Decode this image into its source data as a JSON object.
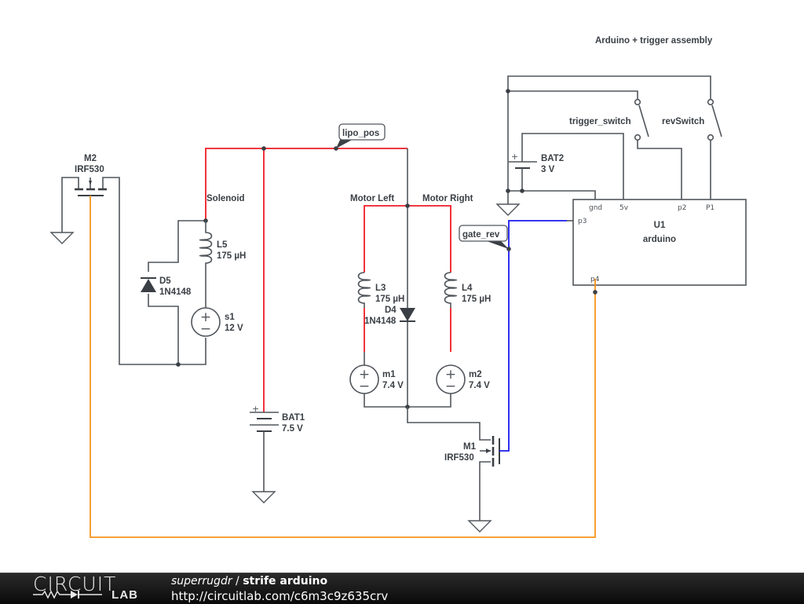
{
  "title": "Arduino + trigger assembly",
  "net_labels": {
    "lipo_pos": "lipo_pos",
    "gate_rev": "gate_rev",
    "solenoid": "Solenoid",
    "motor_left": "Motor Left",
    "motor_right": "Motor Right"
  },
  "components": {
    "m2": {
      "ref": "M2",
      "value": "IRF530"
    },
    "m1": {
      "ref": "M1",
      "value": "IRF530"
    },
    "l5": {
      "ref": "L5",
      "value": "175 µH"
    },
    "l3": {
      "ref": "L3",
      "value": "175 µH"
    },
    "l4": {
      "ref": "L4",
      "value": "175 µH"
    },
    "d5": {
      "ref": "D5",
      "value": "1N4148"
    },
    "d4": {
      "ref": "D4",
      "value": "1N4148"
    },
    "s1": {
      "ref": "s1",
      "value": "12 V"
    },
    "m1_src": {
      "ref": "m1",
      "value": "7.4 V"
    },
    "m2_src": {
      "ref": "m2",
      "value": "7.4 V"
    },
    "bat1": {
      "ref": "BAT1",
      "value": "7.5 V"
    },
    "bat2": {
      "ref": "BAT2",
      "value": "3 V"
    },
    "trigger_switch": {
      "ref": "trigger_switch"
    },
    "rev_switch": {
      "ref": "revSwitch"
    },
    "u1": {
      "ref": "U1",
      "value": "arduino",
      "pins": {
        "gnd": "gnd",
        "5v": "5v",
        "p2": "p2",
        "p1": "P1",
        "p3": "p3",
        "p4": "p4"
      }
    }
  },
  "symbols": {
    "plus": "+",
    "minus": "−"
  },
  "wire_colors": {
    "default": "#51565c",
    "lipo_pos": "#ee1c25",
    "gate_rev": "#1a1aee",
    "p4_net": "#f7941d"
  },
  "footer": {
    "logo_top": "CIRCUIT",
    "logo_bottom": "LAB",
    "user": "superrugdr",
    "separator": " / ",
    "project": "strife arduino",
    "url": "http://circuitlab.com/c6m3c9z635crv"
  }
}
